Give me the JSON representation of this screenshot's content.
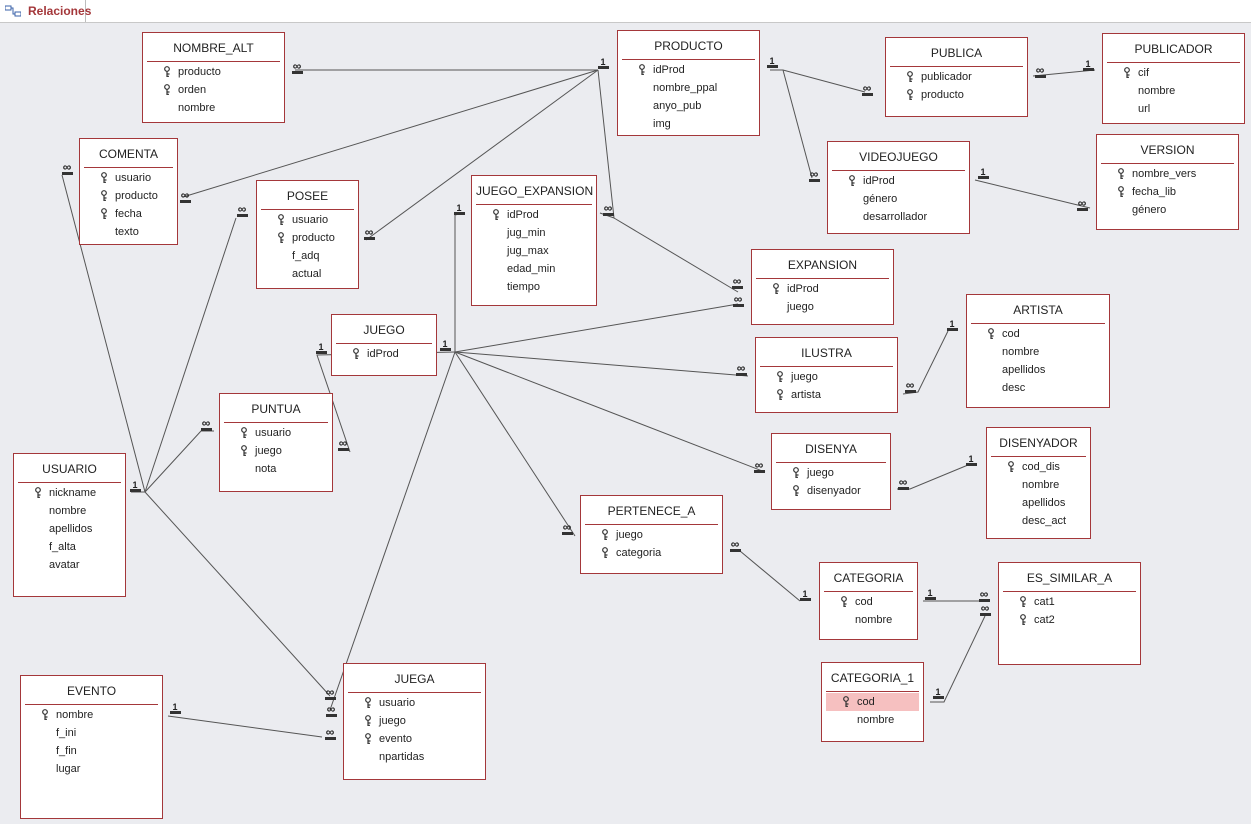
{
  "tab": {
    "label": "Relaciones",
    "icon": "relationships-icon"
  },
  "colors": {
    "border": "#a4373a",
    "canvas": "#ebecf0",
    "line": "#555555",
    "highlight": "#f6c0c0"
  },
  "tables": [
    {
      "id": "nombre_alt",
      "name": "NOMBRE_ALT",
      "fields": [
        {
          "n": "producto",
          "key": true
        },
        {
          "n": "orden",
          "key": true
        },
        {
          "n": "nombre",
          "key": false
        }
      ]
    },
    {
      "id": "producto",
      "name": "PRODUCTO",
      "fields": [
        {
          "n": "idProd",
          "key": true
        },
        {
          "n": "nombre_ppal",
          "key": false
        },
        {
          "n": "anyo_pub",
          "key": false
        },
        {
          "n": "img",
          "key": false
        }
      ]
    },
    {
      "id": "publica",
      "name": "PUBLICA",
      "fields": [
        {
          "n": "publicador",
          "key": true
        },
        {
          "n": "producto",
          "key": true
        }
      ]
    },
    {
      "id": "publicador",
      "name": "PUBLICADOR",
      "fields": [
        {
          "n": "cif",
          "key": true
        },
        {
          "n": "nombre",
          "key": false
        },
        {
          "n": "url",
          "key": false
        }
      ]
    },
    {
      "id": "comenta",
      "name": "COMENTA",
      "fields": [
        {
          "n": "usuario",
          "key": true
        },
        {
          "n": "producto",
          "key": true
        },
        {
          "n": "fecha",
          "key": true
        },
        {
          "n": "texto",
          "key": false
        }
      ]
    },
    {
      "id": "posee",
      "name": "POSEE",
      "fields": [
        {
          "n": "usuario",
          "key": true
        },
        {
          "n": "producto",
          "key": true
        },
        {
          "n": "f_adq",
          "key": false
        },
        {
          "n": "actual",
          "key": false
        }
      ]
    },
    {
      "id": "juego_expansion",
      "name": "JUEGO_EXPANSION",
      "fields": [
        {
          "n": "idProd",
          "key": true
        },
        {
          "n": "jug_min",
          "key": false
        },
        {
          "n": "jug_max",
          "key": false
        },
        {
          "n": "edad_min",
          "key": false
        },
        {
          "n": "tiempo",
          "key": false
        }
      ]
    },
    {
      "id": "videojuego",
      "name": "VIDEOJUEGO",
      "fields": [
        {
          "n": "idProd",
          "key": true
        },
        {
          "n": "género",
          "key": false
        },
        {
          "n": "desarrollador",
          "key": false
        }
      ]
    },
    {
      "id": "version",
      "name": "VERSION",
      "fields": [
        {
          "n": "nombre_vers",
          "key": true
        },
        {
          "n": "fecha_lib",
          "key": true
        },
        {
          "n": "género",
          "key": false
        }
      ]
    },
    {
      "id": "expansion",
      "name": "EXPANSION",
      "fields": [
        {
          "n": "idProd",
          "key": true
        },
        {
          "n": "juego",
          "key": false
        }
      ]
    },
    {
      "id": "juego",
      "name": "JUEGO",
      "fields": [
        {
          "n": "idProd",
          "key": true
        }
      ]
    },
    {
      "id": "artista",
      "name": "ARTISTA",
      "fields": [
        {
          "n": "cod",
          "key": true
        },
        {
          "n": "nombre",
          "key": false
        },
        {
          "n": "apellidos",
          "key": false
        },
        {
          "n": "desc",
          "key": false
        }
      ]
    },
    {
      "id": "ilustra",
      "name": "ILUSTRA",
      "fields": [
        {
          "n": "juego",
          "key": true
        },
        {
          "n": "artista",
          "key": true
        }
      ]
    },
    {
      "id": "puntua",
      "name": "PUNTUA",
      "fields": [
        {
          "n": "usuario",
          "key": true
        },
        {
          "n": "juego",
          "key": true
        },
        {
          "n": "nota",
          "key": false
        }
      ]
    },
    {
      "id": "usuario",
      "name": "USUARIO",
      "fields": [
        {
          "n": "nickname",
          "key": true
        },
        {
          "n": "nombre",
          "key": false
        },
        {
          "n": "apellidos",
          "key": false
        },
        {
          "n": "f_alta",
          "key": false
        },
        {
          "n": "avatar",
          "key": false
        }
      ]
    },
    {
      "id": "disenya",
      "name": "DISENYA",
      "fields": [
        {
          "n": "juego",
          "key": true
        },
        {
          "n": "disenyador",
          "key": true
        }
      ]
    },
    {
      "id": "disenyador",
      "name": "DISENYADOR",
      "fields": [
        {
          "n": "cod_dis",
          "key": true
        },
        {
          "n": "nombre",
          "key": false
        },
        {
          "n": "apellidos",
          "key": false
        },
        {
          "n": "desc_act",
          "key": false
        }
      ]
    },
    {
      "id": "pertenece_a",
      "name": "PERTENECE_A",
      "fields": [
        {
          "n": "juego",
          "key": true
        },
        {
          "n": "categoria",
          "key": true
        }
      ]
    },
    {
      "id": "categoria",
      "name": "CATEGORIA",
      "fields": [
        {
          "n": "cod",
          "key": true
        },
        {
          "n": "nombre",
          "key": false
        }
      ]
    },
    {
      "id": "es_similar_a",
      "name": "ES_SIMILAR_A",
      "fields": [
        {
          "n": "cat1",
          "key": true
        },
        {
          "n": "cat2",
          "key": true
        }
      ]
    },
    {
      "id": "categoria_1",
      "name": "CATEGORIA_1",
      "fields": [
        {
          "n": "cod",
          "key": true,
          "hl": true
        },
        {
          "n": "nombre",
          "key": false
        }
      ]
    },
    {
      "id": "evento",
      "name": "EVENTO",
      "fields": [
        {
          "n": "nombre",
          "key": true
        },
        {
          "n": "f_ini",
          "key": false
        },
        {
          "n": "f_fin",
          "key": false
        },
        {
          "n": "lugar",
          "key": false
        }
      ]
    },
    {
      "id": "juega",
      "name": "JUEGA",
      "fields": [
        {
          "n": "usuario",
          "key": true
        },
        {
          "n": "juego",
          "key": true
        },
        {
          "n": "evento",
          "key": true
        },
        {
          "n": "npartidas",
          "key": false
        }
      ]
    }
  ],
  "relationships": [
    {
      "from": "nombre_alt",
      "to": "producto",
      "a": "∞",
      "b": "1"
    },
    {
      "from": "comenta",
      "to": "producto",
      "a": "∞",
      "b": "1"
    },
    {
      "from": "posee",
      "to": "producto",
      "a": "∞",
      "b": "1"
    },
    {
      "from": "producto",
      "to": "publica",
      "a": "1",
      "b": "∞"
    },
    {
      "from": "publica",
      "to": "publicador",
      "a": "∞",
      "b": "1"
    },
    {
      "from": "producto",
      "to": "videojuego",
      "a": "1",
      "b": "∞"
    },
    {
      "from": "videojuego",
      "to": "version",
      "a": "1",
      "b": "∞"
    },
    {
      "from": "producto",
      "to": "juego_expansion",
      "a": "1",
      "b": "∞"
    },
    {
      "from": "juego_expansion",
      "to": "expansion",
      "a": "∞",
      "b": "∞"
    },
    {
      "from": "juego_expansion",
      "to": "juego",
      "a": "1",
      "b": "1"
    },
    {
      "from": "juego",
      "to": "expansion",
      "a": "1",
      "b": "∞"
    },
    {
      "from": "juego",
      "to": "ilustra",
      "a": "1",
      "b": "∞"
    },
    {
      "from": "ilustra",
      "to": "artista",
      "a": "∞",
      "b": "1"
    },
    {
      "from": "juego",
      "to": "disenya",
      "a": "1",
      "b": "∞"
    },
    {
      "from": "disenya",
      "to": "disenyador",
      "a": "∞",
      "b": "1"
    },
    {
      "from": "juego",
      "to": "pertenece_a",
      "a": "1",
      "b": "∞"
    },
    {
      "from": "pertenece_a",
      "to": "categoria",
      "a": "∞",
      "b": "1"
    },
    {
      "from": "categoria",
      "to": "es_similar_a",
      "a": "1",
      "b": "∞"
    },
    {
      "from": "categoria_1",
      "to": "es_similar_a",
      "a": "1",
      "b": "∞"
    },
    {
      "from": "juego",
      "to": "puntua",
      "a": "1",
      "b": "∞"
    },
    {
      "from": "juego",
      "to": "juega",
      "a": "1",
      "b": "∞"
    },
    {
      "from": "usuario",
      "to": "comenta",
      "a": "1",
      "b": "∞"
    },
    {
      "from": "usuario",
      "to": "posee",
      "a": "1",
      "b": "∞"
    },
    {
      "from": "usuario",
      "to": "puntua",
      "a": "1",
      "b": "∞"
    },
    {
      "from": "usuario",
      "to": "juega",
      "a": "1",
      "b": "∞"
    },
    {
      "from": "evento",
      "to": "juega",
      "a": "1",
      "b": "∞"
    }
  ]
}
